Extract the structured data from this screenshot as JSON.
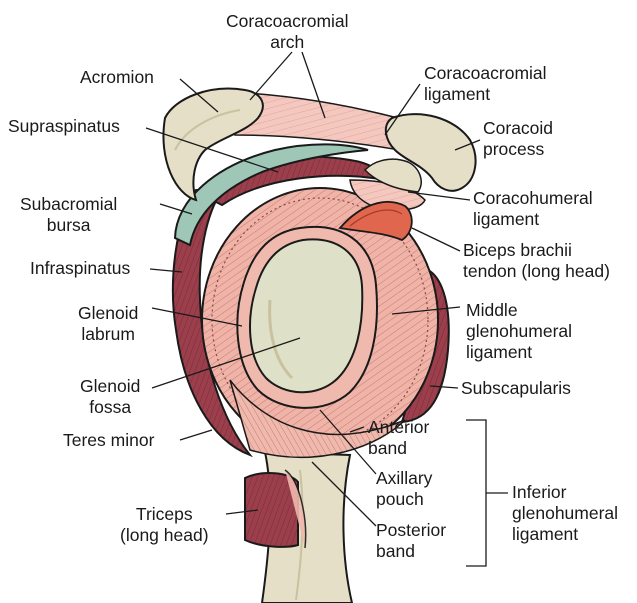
{
  "labels": {
    "coracoacromial_arch": "Coracoacromial\narch",
    "acromion": "Acromion",
    "coracoacromial_ligament": "Coracoacromial\nligament",
    "supraspinatus": "Supraspinatus",
    "coracoid_process": "Coracoid\nprocess",
    "subacromial_bursa": "Subacromial\nbursa",
    "coracohumeral_ligament": "Coracohumeral\nligament",
    "biceps_tendon": "Biceps brachii\ntendon (long head)",
    "infraspinatus": "Infraspinatus",
    "glenoid_labrum": "Glenoid\nlabrum",
    "middle_glenohumeral_ligament": "Middle\nglenohumeral\nligament",
    "glenoid_fossa": "Glenoid\nfossa",
    "subscapularis": "Subscapularis",
    "teres_minor": "Teres minor",
    "anterior_band": "Anterior\nband",
    "axillary_pouch": "Axillary\npouch",
    "inferior_glenohumeral_ligament": "Inferior\nglenohumeral\nligament",
    "triceps": "Triceps\n(long head)",
    "posterior_band": "Posterior\nband"
  },
  "colors": {
    "bone": "#e4dfc6",
    "bone_shadow": "#c9c2a0",
    "muscle": "#9c3f4c",
    "muscle_dark": "#6e2331",
    "capsule": "#efb3a8",
    "capsule_line": "#b86a62",
    "ligament": "#f3c4bc",
    "bursa": "#9ec7b8",
    "fossa": "#dfe0c8",
    "tendon": "#e0674e"
  }
}
